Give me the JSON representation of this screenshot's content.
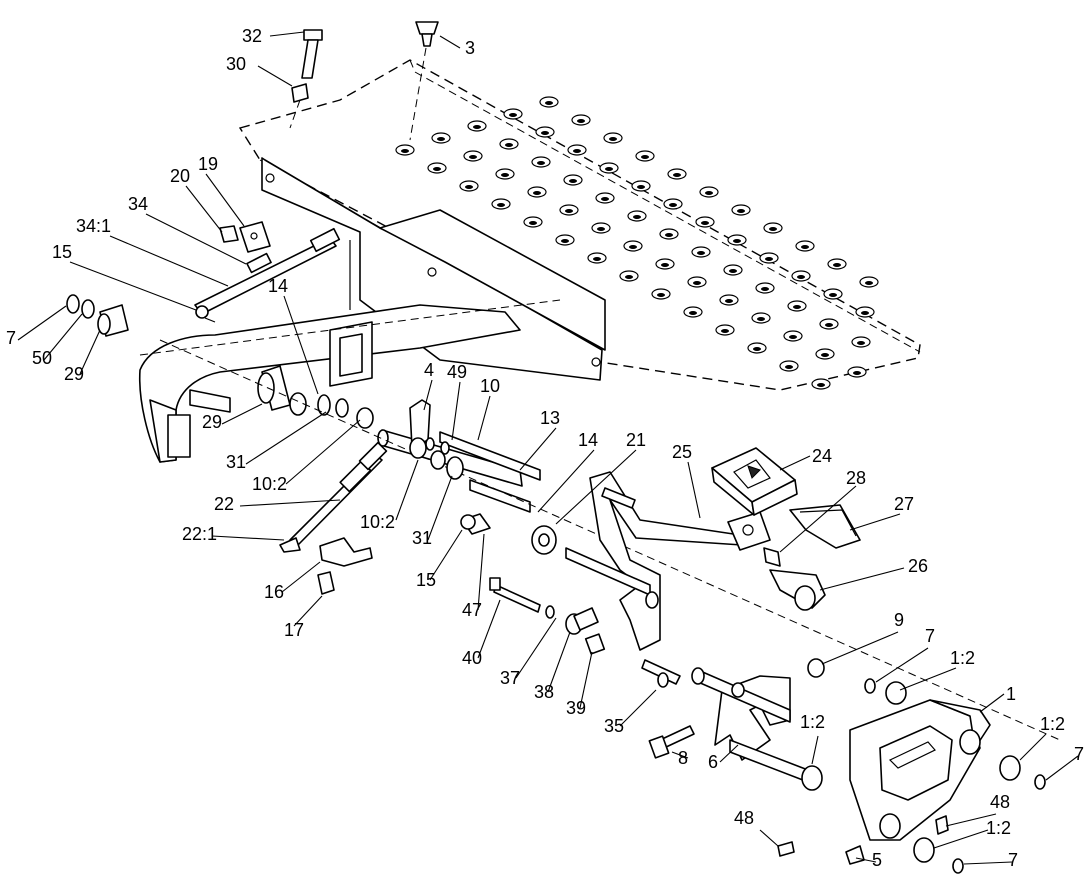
{
  "callouts": [
    {
      "id": "c-32",
      "text": "32"
    },
    {
      "id": "c-3",
      "text": "3"
    },
    {
      "id": "c-30",
      "text": "30"
    },
    {
      "id": "c-19",
      "text": "19"
    },
    {
      "id": "c-20",
      "text": "20"
    },
    {
      "id": "c-34",
      "text": "34"
    },
    {
      "id": "c-34-1",
      "text": "34:1"
    },
    {
      "id": "c-15a",
      "text": "15"
    },
    {
      "id": "c-7a",
      "text": "7"
    },
    {
      "id": "c-50",
      "text": "50"
    },
    {
      "id": "c-29a",
      "text": "29"
    },
    {
      "id": "c-14a",
      "text": "14"
    },
    {
      "id": "c-4",
      "text": "4"
    },
    {
      "id": "c-49",
      "text": "49"
    },
    {
      "id": "c-10",
      "text": "10"
    },
    {
      "id": "c-29b",
      "text": "29"
    },
    {
      "id": "c-31a",
      "text": "31"
    },
    {
      "id": "c-10-2a",
      "text": "10:2"
    },
    {
      "id": "c-13",
      "text": "13"
    },
    {
      "id": "c-14b",
      "text": "14"
    },
    {
      "id": "c-21",
      "text": "21"
    },
    {
      "id": "c-25",
      "text": "25"
    },
    {
      "id": "c-24",
      "text": "24"
    },
    {
      "id": "c-22",
      "text": "22"
    },
    {
      "id": "c-28",
      "text": "28"
    },
    {
      "id": "c-27",
      "text": "27"
    },
    {
      "id": "c-10-2b",
      "text": "10:2"
    },
    {
      "id": "c-22-1",
      "text": "22:1"
    },
    {
      "id": "c-31b",
      "text": "31"
    },
    {
      "id": "c-15b",
      "text": "15"
    },
    {
      "id": "c-26",
      "text": "26"
    },
    {
      "id": "c-16",
      "text": "16"
    },
    {
      "id": "c-47",
      "text": "47"
    },
    {
      "id": "c-17",
      "text": "17"
    },
    {
      "id": "c-9",
      "text": "9"
    },
    {
      "id": "c-40",
      "text": "40"
    },
    {
      "id": "c-7b",
      "text": "7"
    },
    {
      "id": "c-1-2a",
      "text": "1:2"
    },
    {
      "id": "c-37",
      "text": "37"
    },
    {
      "id": "c-38",
      "text": "38"
    },
    {
      "id": "c-39",
      "text": "39"
    },
    {
      "id": "c-1",
      "text": "1"
    },
    {
      "id": "c-35",
      "text": "35"
    },
    {
      "id": "c-1-2b",
      "text": "1:2"
    },
    {
      "id": "c-1-2c",
      "text": "1:2"
    },
    {
      "id": "c-7c",
      "text": "7"
    },
    {
      "id": "c-8",
      "text": "8"
    },
    {
      "id": "c-6",
      "text": "6"
    },
    {
      "id": "c-48a",
      "text": "48"
    },
    {
      "id": "c-48b",
      "text": "48"
    },
    {
      "id": "c-1-2d",
      "text": "1:2"
    },
    {
      "id": "c-5",
      "text": "5"
    },
    {
      "id": "c-7d",
      "text": "7"
    }
  ]
}
